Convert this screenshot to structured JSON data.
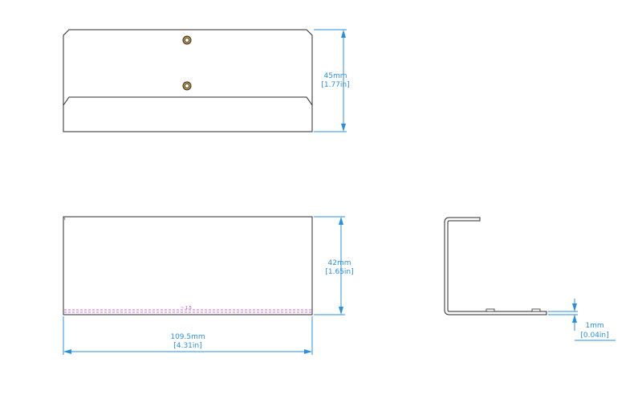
{
  "dimensions": {
    "top_height": {
      "mm": "45mm",
      "in": "[1.77in]"
    },
    "front_height": {
      "mm": "42mm",
      "in": "[1.65in]"
    },
    "front_width": {
      "mm": "109.5mm",
      "in": "[4.31in]"
    },
    "thickness": {
      "mm": "1mm",
      "in": "[0.04in]"
    }
  },
  "bend_note": "~ 1.5",
  "colors": {
    "dimension": "#2a8fe0",
    "outline": "#2a2a2a",
    "bend_line": "#cc33cc",
    "hardware": "#c89a3a"
  }
}
